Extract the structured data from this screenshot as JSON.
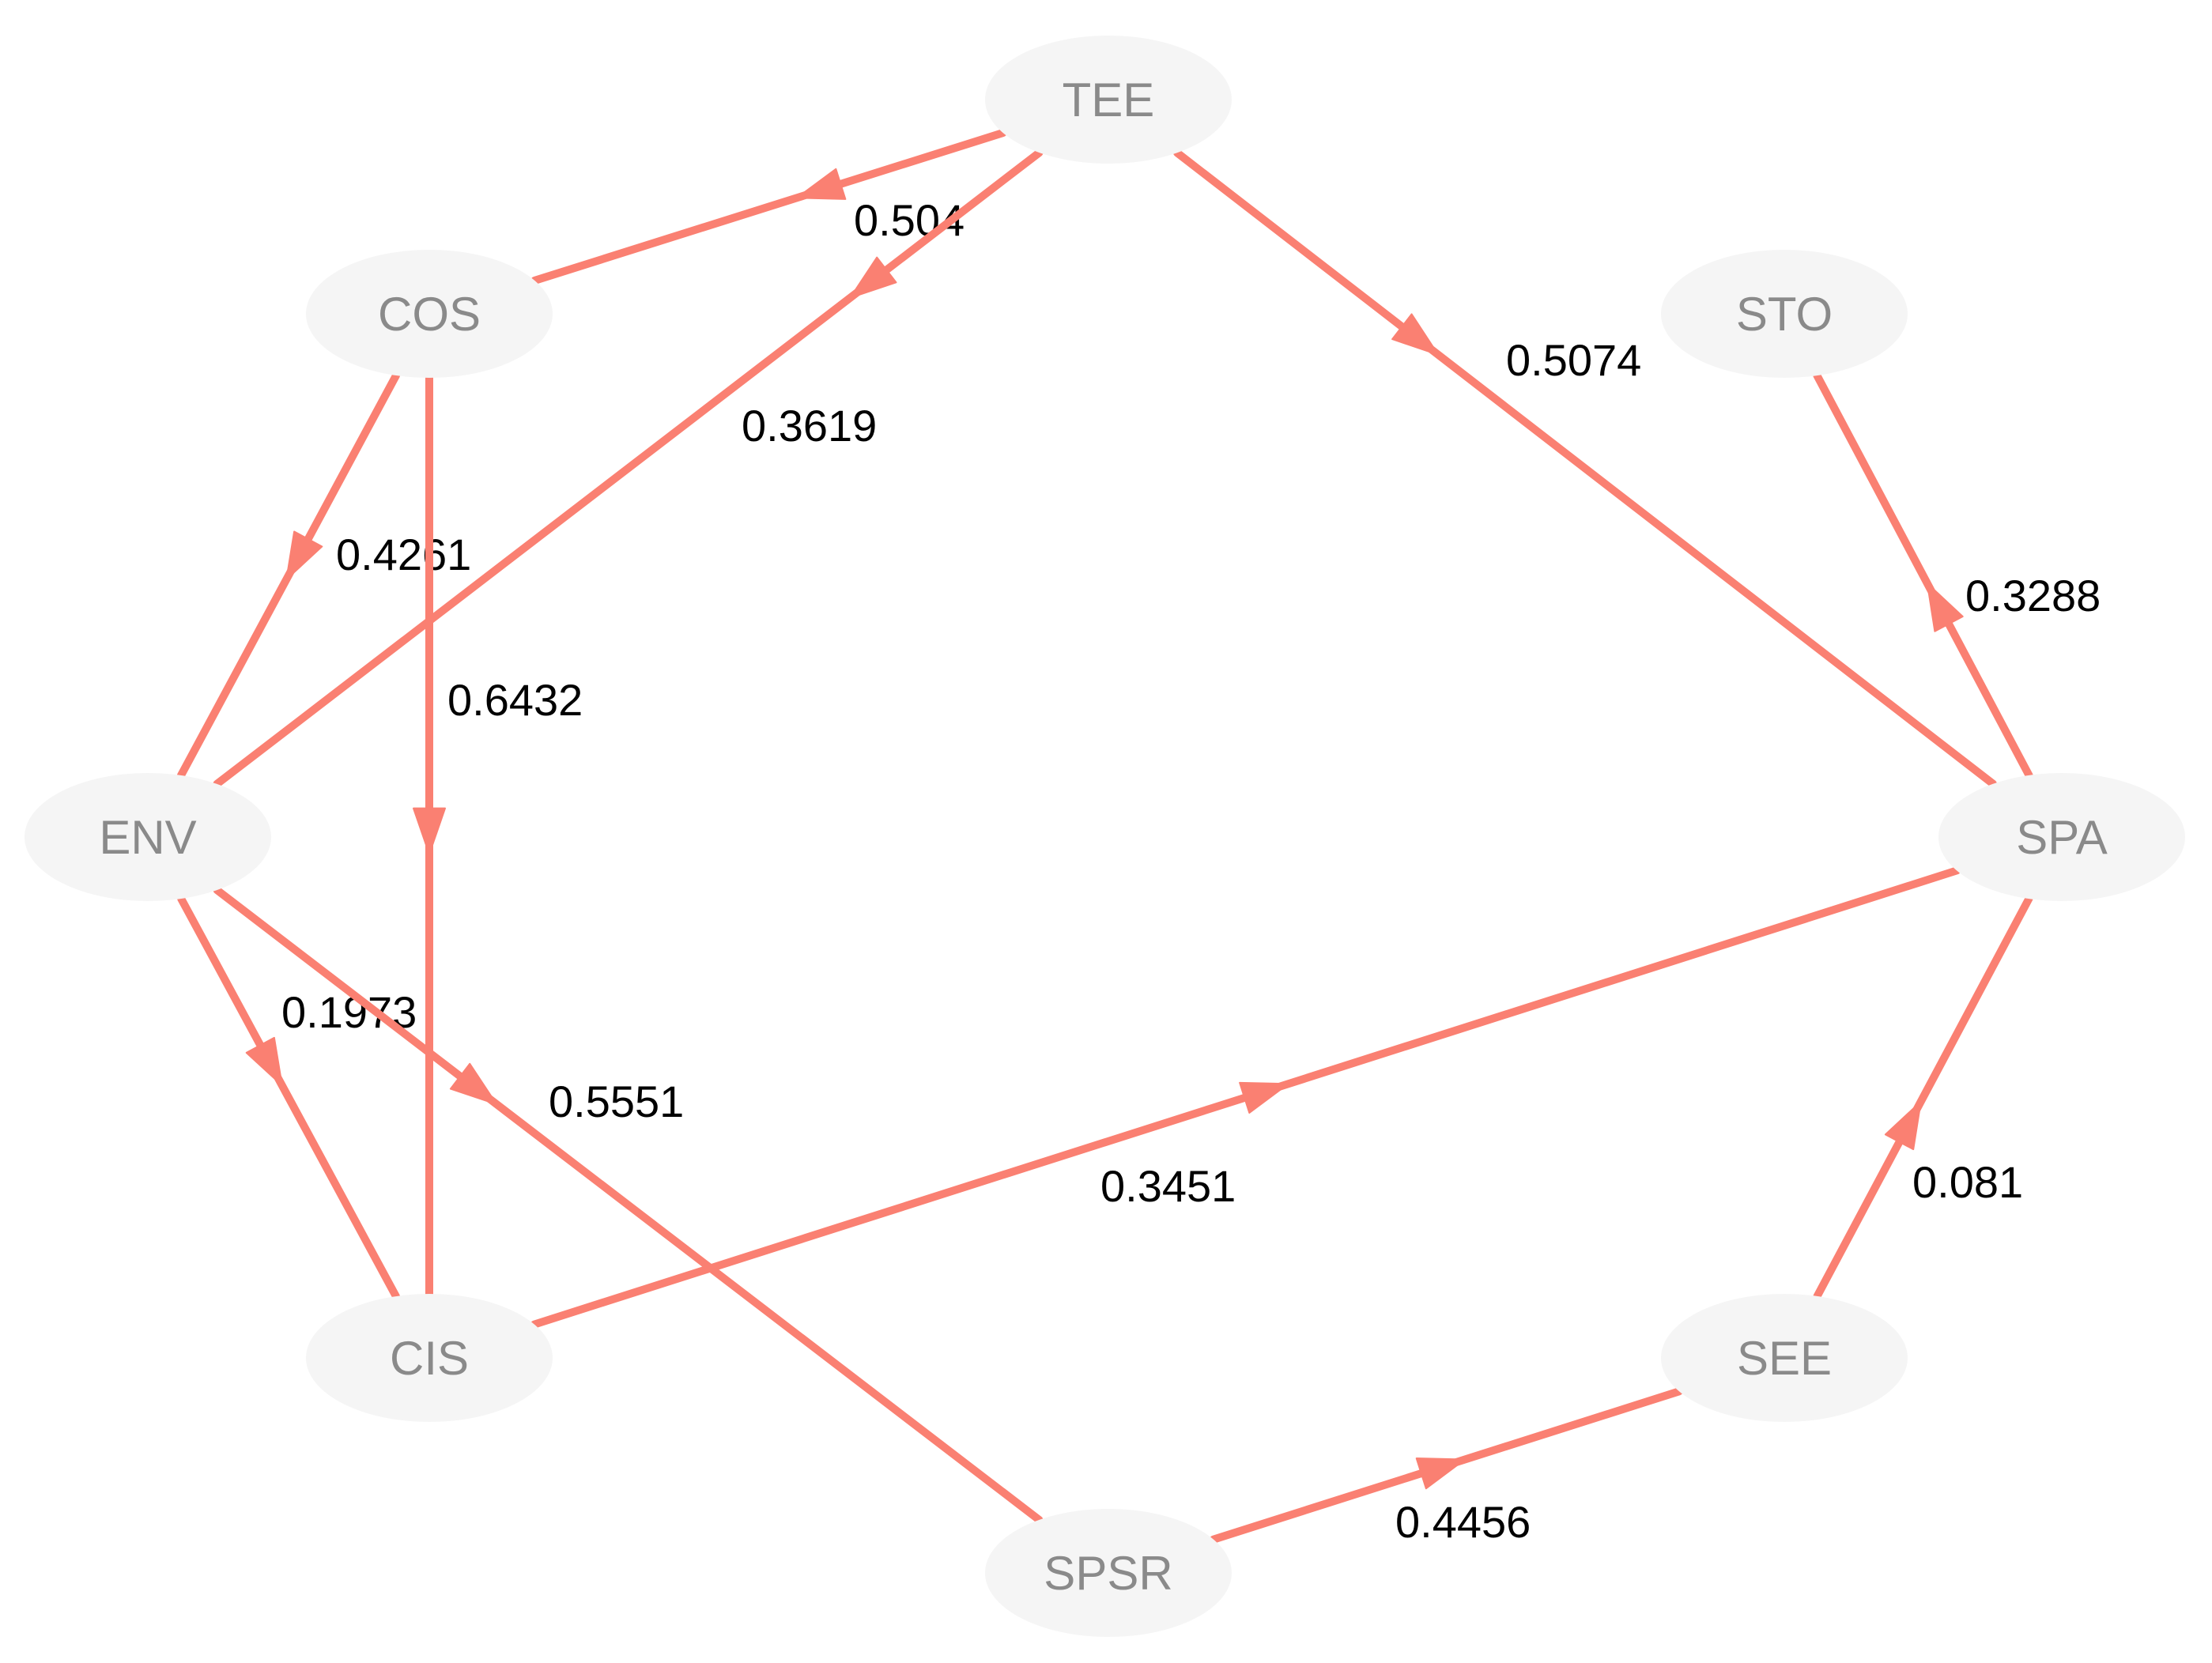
{
  "colors": {
    "edge": "#fa8072",
    "node_fill": "#f5f5f5",
    "node_text": "#8a8a8a",
    "edge_label": "#000000",
    "background": "#ffffff"
  },
  "nodes": [
    {
      "id": "TEE",
      "label": "TEE"
    },
    {
      "id": "COS",
      "label": "COS"
    },
    {
      "id": "STO",
      "label": "STO"
    },
    {
      "id": "ENV",
      "label": "ENV"
    },
    {
      "id": "SPA",
      "label": "SPA"
    },
    {
      "id": "CIS",
      "label": "CIS"
    },
    {
      "id": "SEE",
      "label": "SEE"
    },
    {
      "id": "SPSR",
      "label": "SPSR"
    }
  ],
  "edges": [
    {
      "from": "TEE",
      "to": "COS",
      "weight": "0.504"
    },
    {
      "from": "TEE",
      "to": "ENV",
      "weight": "0.3619"
    },
    {
      "from": "TEE",
      "to": "SPA",
      "weight": "0.5074"
    },
    {
      "from": "COS",
      "to": "ENV",
      "weight": "0.4261"
    },
    {
      "from": "COS",
      "to": "CIS",
      "weight": "0.6432"
    },
    {
      "from": "SPA",
      "to": "STO",
      "weight": "0.3288"
    },
    {
      "from": "ENV",
      "to": "CIS",
      "weight": "0.1973"
    },
    {
      "from": "ENV",
      "to": "SPSR",
      "weight": "0.5551"
    },
    {
      "from": "CIS",
      "to": "SPA",
      "weight": "0.3451"
    },
    {
      "from": "SEE",
      "to": "SPA",
      "weight": "0.081"
    },
    {
      "from": "SPSR",
      "to": "SEE",
      "weight": "0.4456"
    }
  ]
}
